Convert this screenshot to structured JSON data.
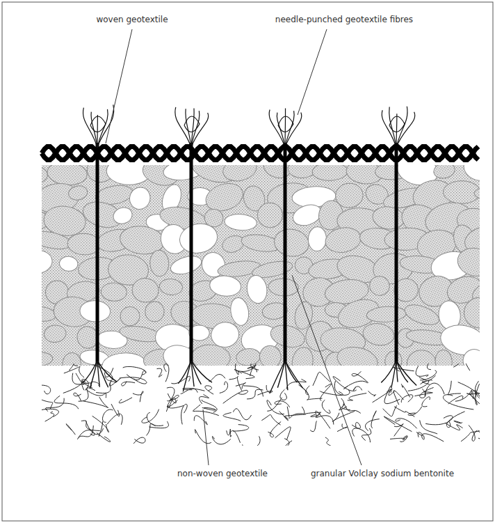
{
  "diagram": {
    "labels": [
      "woven geotextile",
      "needle-punched geotextile fibres",
      "non-woven geotextile",
      "granular Volclay sodium bentonite"
    ]
  }
}
